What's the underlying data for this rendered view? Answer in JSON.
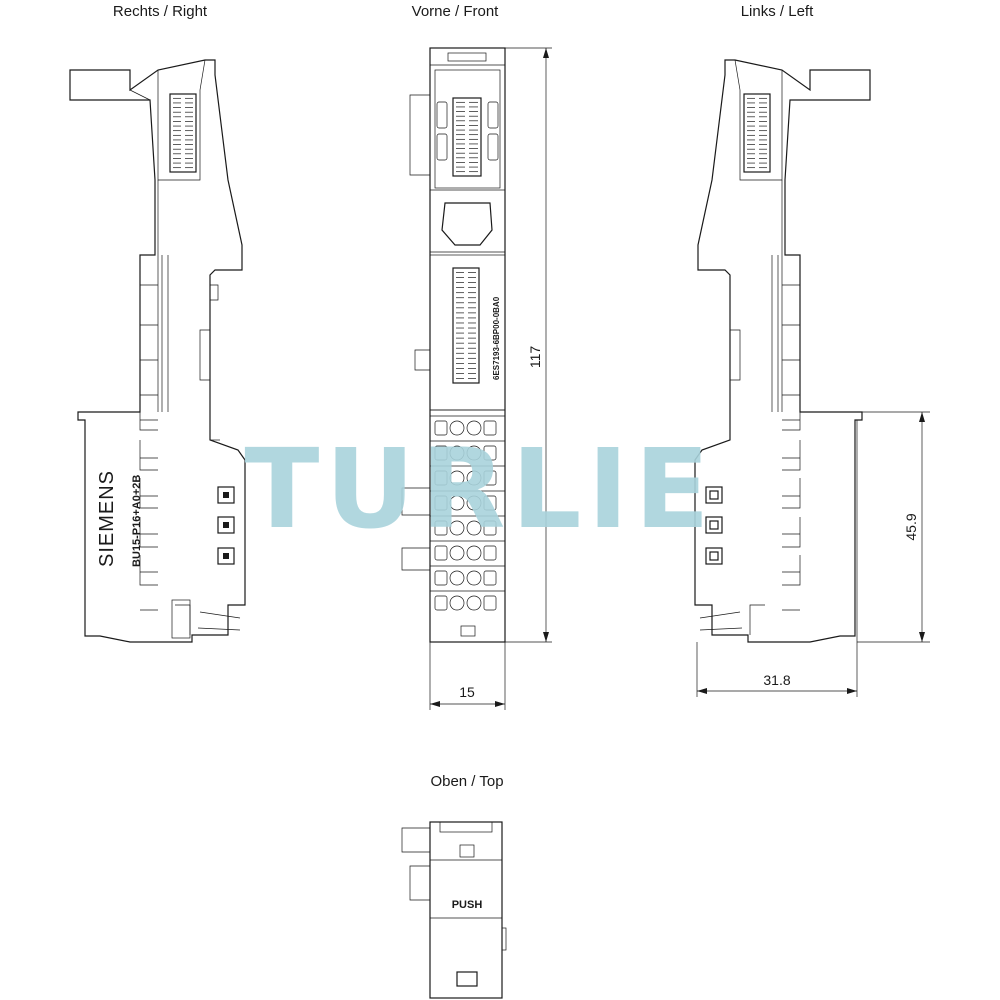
{
  "views": {
    "right": "Rechts / Right",
    "front": "Vorne / Front",
    "left": "Links / Left",
    "top": "Oben / Top"
  },
  "dimensions": {
    "height": "117",
    "width_front": "15",
    "depth": "31.8",
    "terminal_height": "45.9"
  },
  "labels": {
    "brand": "SIEMENS",
    "type": "BU15-P16+A0+2B",
    "order_number": "6ES7193-6BP00-0BA0",
    "push": "PUSH"
  },
  "watermark": {
    "text": "TURLIE",
    "color": "#a9d3dc"
  },
  "colors": {
    "line": "#1a1a1a",
    "background": "#ffffff"
  }
}
